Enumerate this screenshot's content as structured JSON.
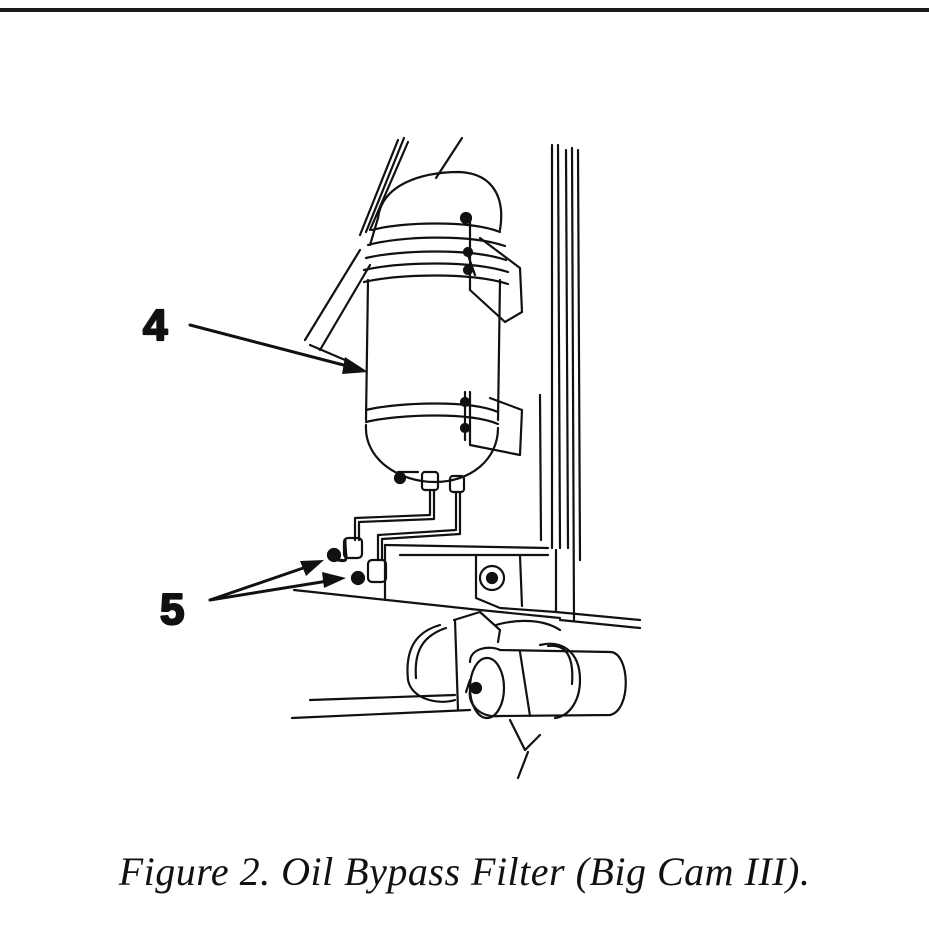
{
  "figure": {
    "caption": "Figure 2.  Oil Bypass Filter (Big Cam III).",
    "callouts": [
      {
        "id": "4"
      },
      {
        "id": "5"
      }
    ]
  },
  "colors": {
    "ink": "#111111",
    "paper": "#ffffff"
  }
}
